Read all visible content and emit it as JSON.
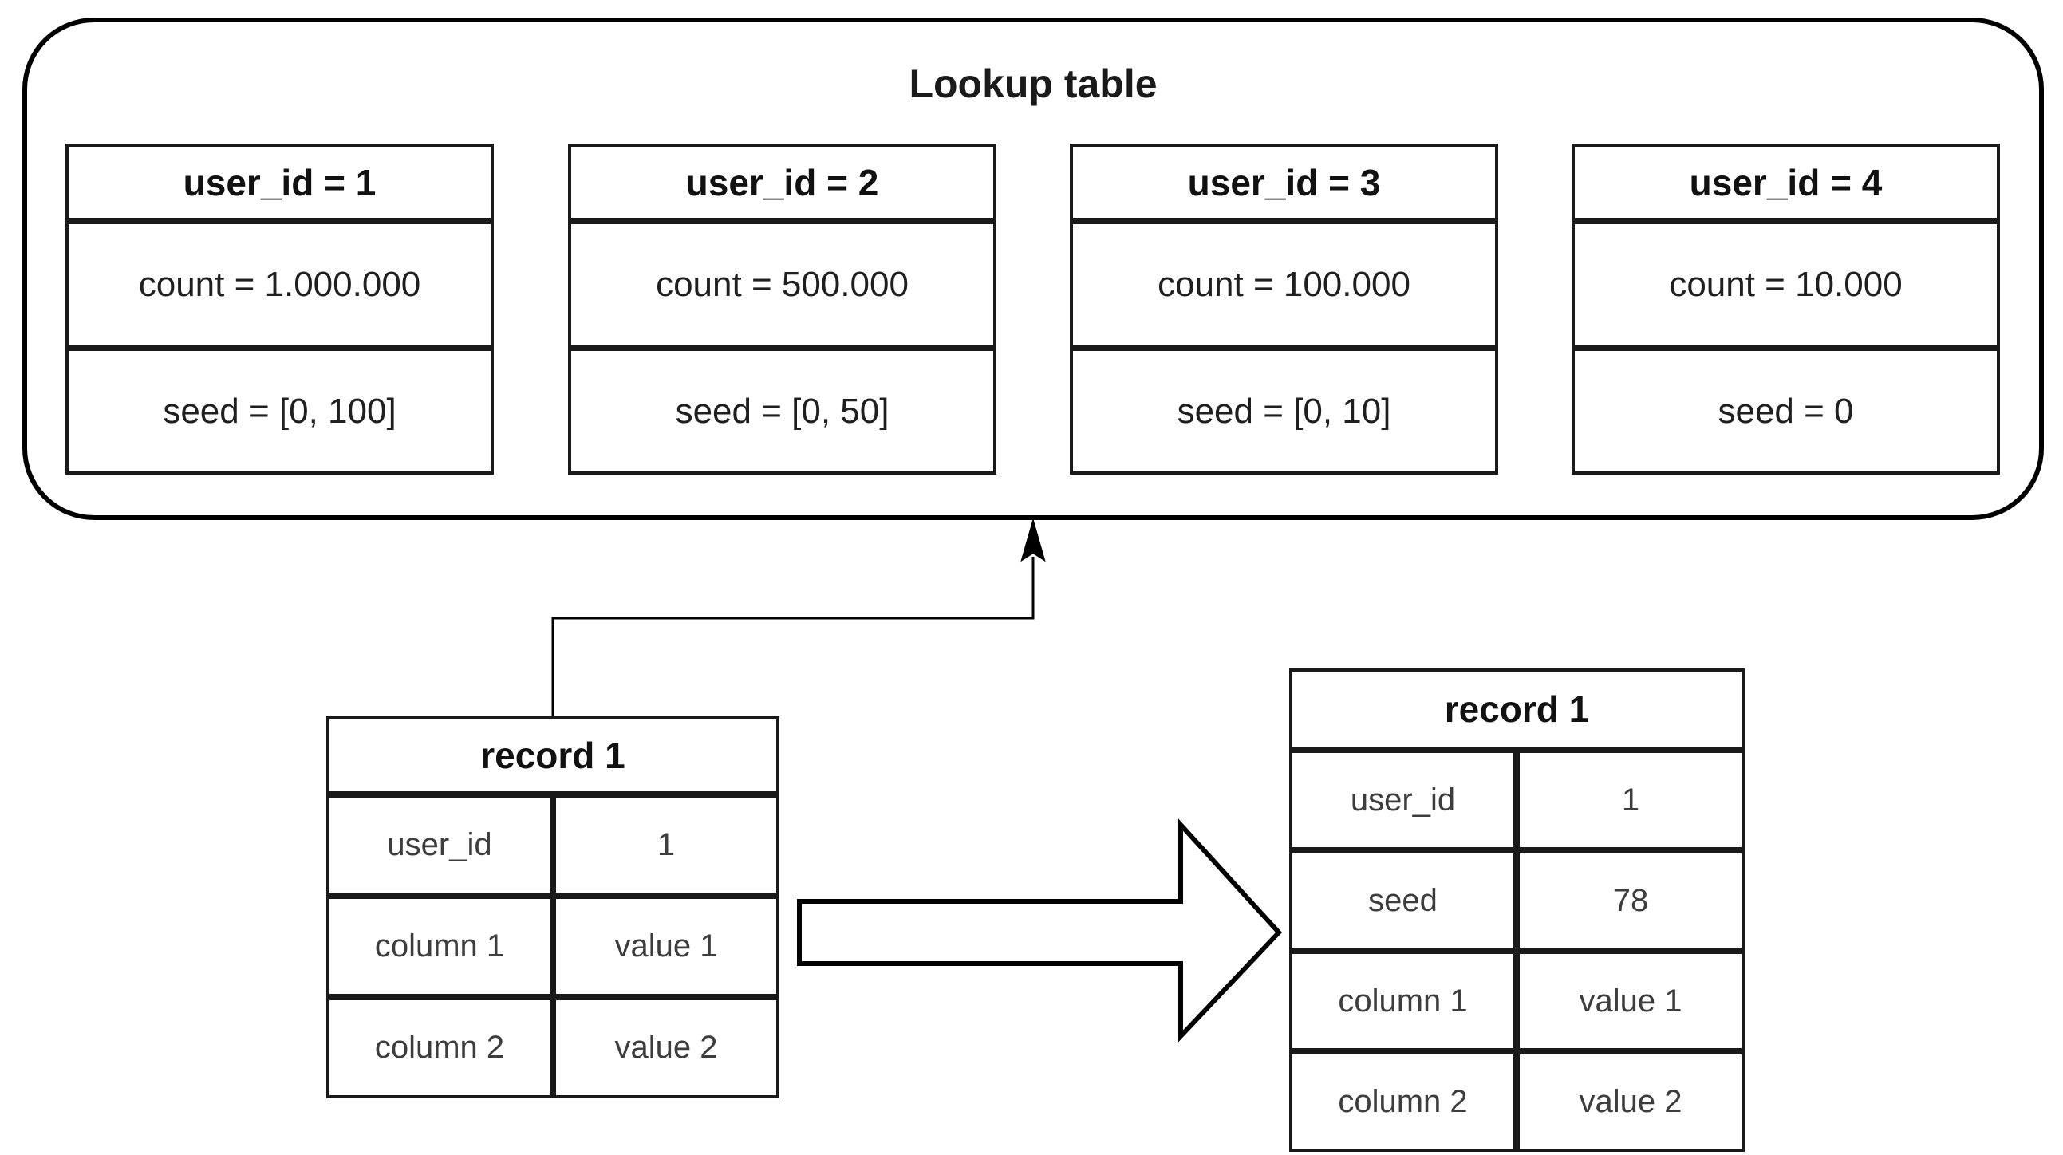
{
  "lookup": {
    "title": "Lookup table",
    "tables": [
      {
        "header": "user_id = 1",
        "count": "count = 1.000.000",
        "seed": "seed = [0, 100]"
      },
      {
        "header": "user_id = 2",
        "count": "count = 500.000",
        "seed": "seed = [0, 50]"
      },
      {
        "header": "user_id = 3",
        "count": "count = 100.000",
        "seed": "seed = [0, 10]"
      },
      {
        "header": "user_id = 4",
        "count": "count = 10.000",
        "seed": "seed = 0"
      }
    ]
  },
  "record_before": {
    "title": "record 1",
    "rows": [
      {
        "label": "user_id",
        "value": "1"
      },
      {
        "label": "column 1",
        "value": "value 1"
      },
      {
        "label": "column 2",
        "value": "value 2"
      }
    ]
  },
  "record_after": {
    "title": "record 1",
    "rows": [
      {
        "label": "user_id",
        "value": "1"
      },
      {
        "label": "seed",
        "value": "78"
      },
      {
        "label": "column 1",
        "value": "value 1"
      },
      {
        "label": "column 2",
        "value": "value 2"
      }
    ]
  },
  "colors": {
    "stroke": "#000000",
    "background": "#ffffff",
    "text_primary": "#111111",
    "text_secondary": "#3d3d3d"
  }
}
